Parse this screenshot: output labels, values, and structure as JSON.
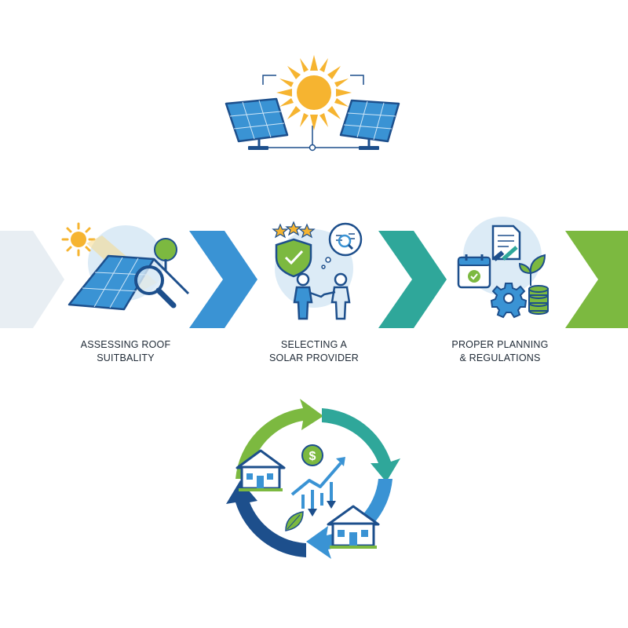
{
  "steps": [
    {
      "line1": "ASSESSING ROOF",
      "line2": "SUITBALITY"
    },
    {
      "line1": "SELECTING A",
      "line2": "SOLAR PROVIDER"
    },
    {
      "line1": "PROPER PLANNING",
      "line2": "& REGULATIONS"
    }
  ],
  "colors": {
    "sun": "#f6b430",
    "navy": "#1d4f8c",
    "blue": "#3a93d4",
    "teal": "#2fa79a",
    "green": "#7cb940",
    "pale": "#e8eef3",
    "halo": "#dcebf6"
  },
  "icons": [
    "sun-icon",
    "solar-panel-icon",
    "magnifier-icon",
    "tree-icon",
    "shield-check-icon",
    "star-icon",
    "speech-bubble-icon",
    "handshake-icon",
    "document-icon",
    "calendar-icon",
    "gear-icon",
    "coin-stack-icon",
    "leaf-icon",
    "house-icon",
    "dollar-icon",
    "chart-arrow-icon",
    "cycle-arrows-icon",
    "chevron-arrow-icon"
  ]
}
